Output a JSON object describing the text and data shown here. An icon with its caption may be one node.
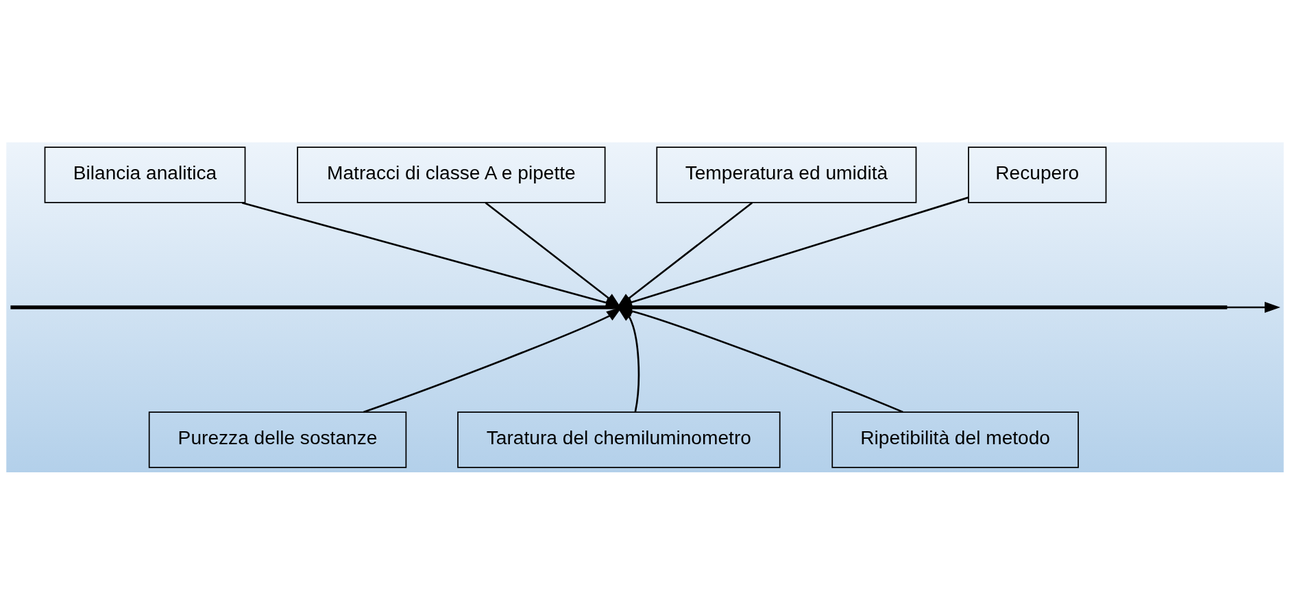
{
  "diagram": {
    "nodes": [
      {
        "text": [
          "Bilancia analitica"
        ]
      },
      {
        "text": [
          "Matracci di classe A e pipette"
        ]
      },
      {
        "text": [
          "Temperatura ed umidità"
        ]
      },
      {
        "text": [
          "Recupero"
        ]
      },
      {
        "text": [],
        "shape": "bar"
      },
      {
        "text": [
          "Purezza delle sostanze"
        ]
      },
      {
        "text": [
          "Taratura del chemiluminometro"
        ]
      },
      {
        "text": [
          "Ripetibilità del metodo"
        ]
      }
    ],
    "edges": [
      {
        "from": 0,
        "to": 4,
        "arrow": "to"
      },
      {
        "from": 1,
        "to": 4,
        "arrow": "to"
      },
      {
        "from": 2,
        "to": 4,
        "arrow": "to"
      },
      {
        "from": 3,
        "to": 4,
        "arrow": "to"
      },
      {
        "from": 5,
        "to": 4,
        "arrow": "to"
      },
      {
        "from": 6,
        "to": 4,
        "arrow": "to"
      },
      {
        "from": 7,
        "to": 4,
        "arrow": "to"
      },
      {
        "from": 4,
        "to": null,
        "arrow": "to"
      }
    ]
  }
}
